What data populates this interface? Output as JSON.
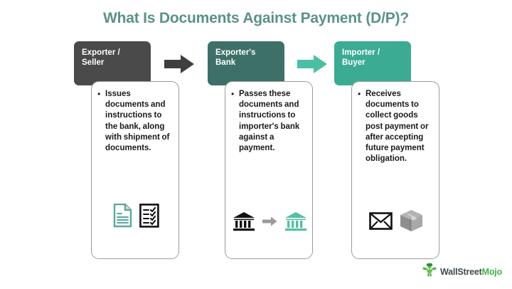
{
  "title": "What Is Documents Against Payment (D/P)?",
  "theme": {
    "title_color": "#5b9287",
    "stage1_header_bg": "#4a4a4a",
    "stage2_header_bg": "#3d7068",
    "stage3_header_bg": "#3bab94",
    "card_bg": "#ffffff",
    "card_border": "#9b9b9b",
    "body_text_color": "#1a1a1a",
    "arrow1_color": "#3f3f3f",
    "arrow2_color": "#4bbfa4",
    "accent_teal": "#4bbfa4"
  },
  "stages": [
    {
      "id": "exporter-seller",
      "header": "Exporter / Seller",
      "header_lines": [
        "Exporter /",
        "Seller"
      ],
      "bullet": "Issues documents and instructions to the bank, along with shipment of documents.",
      "icons": [
        {
          "name": "document-icon",
          "label": "document"
        },
        {
          "name": "checklist-icon",
          "label": "checklist"
        }
      ]
    },
    {
      "id": "exporters-bank",
      "header": "Exporter's Bank",
      "header_lines": [
        "Exporter's",
        "Bank"
      ],
      "bullet": "Passes these documents and instructions to importer's bank against a payment.",
      "icons": [
        {
          "name": "bank-icon",
          "label": "bank"
        },
        {
          "name": "arrow-right-icon",
          "label": "transfer arrow"
        },
        {
          "name": "bank-icon-teal",
          "label": "receiving bank"
        }
      ]
    },
    {
      "id": "importer-buyer",
      "header": "Importer / Buyer",
      "header_lines": [
        "Importer /",
        "Buyer"
      ],
      "bullet": "Receives documents to collect goods post payment or after accepting future payment obligation.",
      "icons": [
        {
          "name": "envelope-icon",
          "label": "envelope"
        },
        {
          "name": "package-box-icon",
          "label": "package box"
        }
      ]
    }
  ],
  "connectors": [
    {
      "name": "arrow-stage1-to-stage2",
      "color": "#3f3f3f"
    },
    {
      "name": "arrow-stage2-to-stage3",
      "color": "#4bbfa4"
    }
  ],
  "logo": {
    "part1": "WallStreet",
    "part2": "Mojo",
    "mascot": "wallstreetmojo-mascot-icon"
  }
}
